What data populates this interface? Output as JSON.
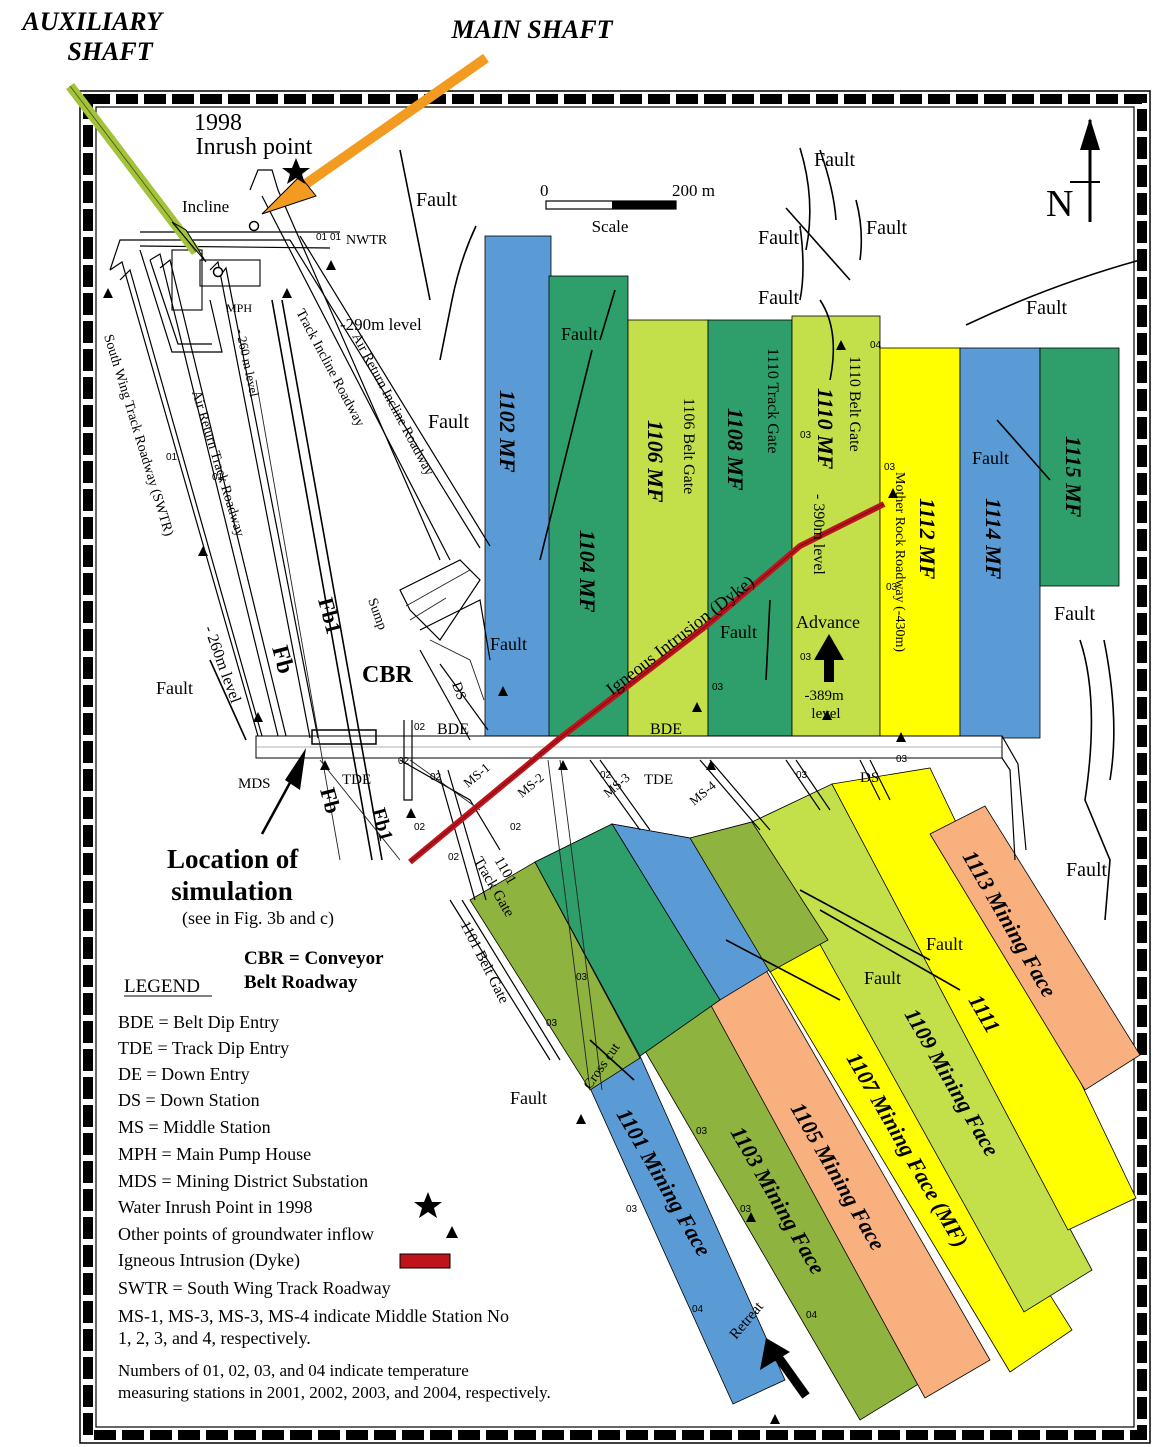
{
  "colors": {
    "blue": "#5b9bd5",
    "dark_green": "#2e9e6b",
    "light_green": "#c3e04b",
    "yellow": "#ffff00",
    "olive": "#8fb33f",
    "orange": "#f9b07f",
    "dyke": "#c0141d",
    "aux_arrow": "#a3c43a",
    "main_arrow": "#f39a21"
  },
  "headers": {
    "auxiliary_shaft": "AUXILIARY\nSHAFT",
    "main_shaft": "MAIN SHAFT",
    "inrush_year": "1998",
    "inrush_point": "Inrush point",
    "north": "N"
  },
  "scale": {
    "zero": "0",
    "max": "200 m",
    "label": "Scale"
  },
  "panels_north": [
    {
      "id": "1102",
      "label": "1102 MF",
      "color": "blue"
    },
    {
      "id": "1104",
      "label": "1104 MF",
      "color": "dark_green"
    },
    {
      "id": "1106",
      "label": "1106 MF",
      "color": "light_green"
    },
    {
      "id": "1108",
      "label": "1108 MF",
      "color": "dark_green"
    },
    {
      "id": "1110",
      "label": "1110 MF",
      "color": "light_green"
    },
    {
      "id": "1112",
      "label": "1112 MF",
      "color": "yellow"
    },
    {
      "id": "1114",
      "label": "1114 MF",
      "color": "blue"
    },
    {
      "id": "1115",
      "label": "1115 MF",
      "color": "dark_green"
    }
  ],
  "panels_south": [
    {
      "id": "1101",
      "label": "1101 Mining Face",
      "color": "blue"
    },
    {
      "id": "1103",
      "label": "1103 Mining Face",
      "color": "olive"
    },
    {
      "id": "1105",
      "label": "1105 Mining Face",
      "color": "orange"
    },
    {
      "id": "1107",
      "label": "1107 Mining Face (MF)",
      "color": "yellow"
    },
    {
      "id": "1109",
      "label": "1109 Mining Face",
      "color": "light_green"
    },
    {
      "id": "1111",
      "label": "1111",
      "color": "yellow"
    },
    {
      "id": "1113",
      "label": "1113 Mining Face",
      "color": "orange"
    }
  ],
  "roadway_labels": {
    "incline": "Incline",
    "nwtr": "NWTR",
    "mph": "MPH",
    "level_290": "-290m level",
    "level_260_a": "- 260 m level",
    "level_260_b": "- 260m level",
    "track_incline": "Track Incline Roadway",
    "air_return_incline": "Air Return Incline Roadway",
    "air_return_track": "Air Return Track Roadway",
    "swtr": "South Wing Track Roadway (SWTR)",
    "sump": "Sump",
    "ds": "DS",
    "ds2": "DS",
    "fb": "Fb",
    "fb1": "Fb1",
    "fb_s": "Fb",
    "fb1_s": "Fb1",
    "cbr": "CBR",
    "bde": "BDE",
    "bde2": "BDE",
    "tde": "TDE",
    "tde2": "TDE",
    "mds": "MDS",
    "ms1": "MS-1",
    "ms2": "MS-2",
    "ms3": "MS-3",
    "ms4": "MS-4",
    "belt_gate_1106": "1106 Belt Gate",
    "track_gate_1110": "1110 Track Gate",
    "belt_gate_1110": "1110 Belt Gate",
    "level_390": "- 390m level",
    "mother_rock": "Mother Rock Roadway (-430m)",
    "advance": "Advance",
    "level_389": "-389m\nlevel",
    "igneous": "Igneous Intrusion (Dyke)",
    "track_gate_1101": "1101\nTrack Gate",
    "belt_gate_1101": "1101 Belt Gate",
    "cross_cut": "Cross cut",
    "retreat": "Retreat"
  },
  "fault_label": "Fault",
  "simulation": {
    "title": "Location of\nsimulation",
    "ref": "(see in Fig. 3b and c)"
  },
  "cbr_def": "CBR = Conveyor\nBelt Roadway",
  "legend": {
    "title": "LEGEND",
    "items": [
      "BDE = Belt Dip Entry",
      "TDE = Track Dip Entry",
      "DE = Down Entry",
      "DS = Down Station",
      "MS = Middle Station",
      "MPH = Main Pump House",
      "MDS = Mining District Substation",
      "Water Inrush Point in 1998",
      "Other points of groundwater inflow",
      "Igneous Intrusion (Dyke)",
      "SWTR = South Wing Track Roadway",
      "MS-1, MS-3, MS-3, MS-4 indicate Middle Station No\n1, 2, 3, and 4, respectively.",
      "Numbers of 01, 02, 03, and 04 indicate temperature\nmeasuring stations in 2001, 2002, 2003, and 2004, respectively."
    ]
  },
  "stations": [
    "01",
    "02",
    "03",
    "04"
  ]
}
